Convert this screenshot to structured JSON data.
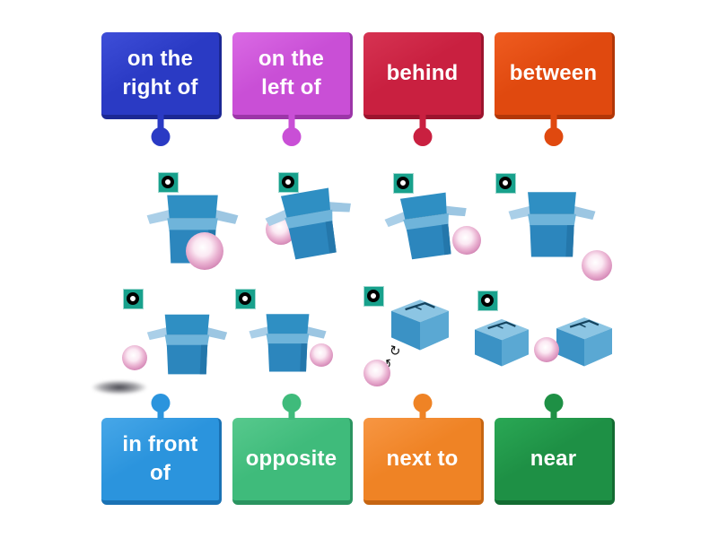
{
  "activity": {
    "type": "match-preposition-labels-to-pictures",
    "background_color": "#ffffff",
    "labels": {
      "top": [
        {
          "text": "on the\nright of",
          "color_light": "#3e4ed8",
          "color": "#2a3ac4",
          "color_dark": "#1c2894"
        },
        {
          "text": "on the\nleft of",
          "color_light": "#da6ae4",
          "color": "#c94fd6",
          "color_dark": "#9c36a8"
        },
        {
          "text": "behind",
          "color_light": "#d63352",
          "color": "#c92040",
          "color_dark": "#9c142e"
        },
        {
          "text": "between",
          "color_light": "#ef5c20",
          "color": "#e0490f",
          "color_dark": "#b23708"
        }
      ],
      "bottom": [
        {
          "text": "in front\nof",
          "color_light": "#47a7e8",
          "color": "#2b94dd",
          "color_dark": "#1a72b4"
        },
        {
          "text": "opposite",
          "color_light": "#57c98d",
          "color": "#3fbb7b",
          "color_dark": "#2b9460"
        },
        {
          "text": "next to",
          "color_light": "#f79643",
          "color": "#ef8325",
          "color_dark": "#c66512"
        },
        {
          "text": "near",
          "color_light": "#2aa855",
          "color": "#1e9045",
          "color_dark": "#136c32"
        }
      ]
    },
    "hotspot_marker": {
      "icon": "hotspot-marker-icon",
      "square_color": "#18a18c",
      "ring_color": "#000000",
      "center_color": "#ffffff"
    },
    "artwork_colors": {
      "box_blue": "#2c86bd",
      "box_blue_light": "#6fb4da",
      "box_flap": "#aacfe8",
      "box_interior": "#155a7c",
      "closed_box_top": "#8cc5e3",
      "ball_pink": "#d793bd",
      "rotate_arrows": "#111111"
    },
    "tiles": [
      {
        "row": 1,
        "col": 1,
        "description": "open blue box with pink ball in front of it",
        "marker": "hotspot"
      },
      {
        "row": 1,
        "col": 2,
        "description": "tilted open blue box with pink ball hidden behind its left side",
        "marker": "hotspot"
      },
      {
        "row": 1,
        "col": 3,
        "description": "tilted open blue box with pink ball beside its right side",
        "marker": "hotspot"
      },
      {
        "row": 1,
        "col": 4,
        "description": "open blue box with pink ball away at bottom right",
        "marker": "hotspot"
      },
      {
        "row": 2,
        "col": 1,
        "description": "open blue box with pink ball on the left of it",
        "marker": "hotspot"
      },
      {
        "row": 2,
        "col": 2,
        "description": "open blue box with pink ball on the right of it",
        "marker": "hotspot"
      },
      {
        "row": 2,
        "col": 3,
        "description": "closed blue box with rotate arrows and pink ball at lower left",
        "marker": "hotspot"
      },
      {
        "row": 2,
        "col": 4,
        "description": "pink ball between two closed blue boxes",
        "marker": "hotspot"
      }
    ],
    "rotate_arrow_glyphs": {
      "cw": "↻",
      "ccw": "↺"
    }
  }
}
